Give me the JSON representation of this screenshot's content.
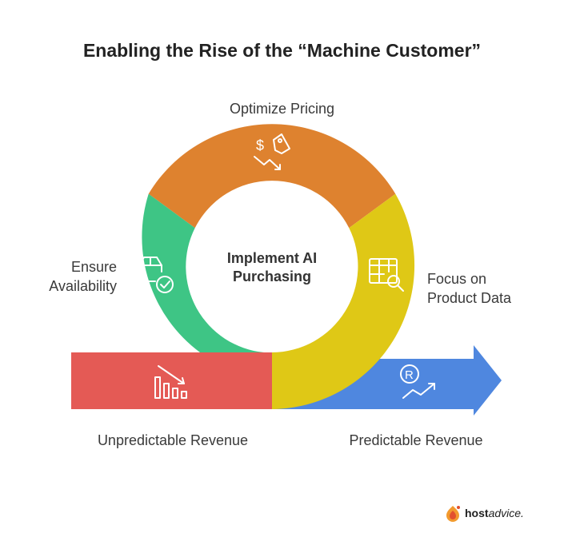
{
  "title": "Enabling the Rise of the “Machine Customer”",
  "center": {
    "line1": "Implement AI",
    "line2": "Purchasing"
  },
  "segments": {
    "top": {
      "label": "Optimize Pricing",
      "color": "#DE822F",
      "icon": "price-tag-icon"
    },
    "left": {
      "line1": "Ensure",
      "line2": "Availability",
      "color": "#3EC585",
      "icon": "box-check-icon"
    },
    "right": {
      "line1": "Focus on",
      "line2": "Product Data",
      "color": "#DFC816",
      "icon": "table-search-icon"
    }
  },
  "arrows": {
    "left": {
      "label": "Unpredictable Revenue",
      "color": "#E45A55",
      "icon": "declining-bar-chart-icon"
    },
    "right": {
      "label": "Predictable Revenue",
      "color": "#4F87DF",
      "icon": "revenue-growth-icon"
    }
  },
  "logo": {
    "bold": "host",
    "rest": "advice."
  }
}
